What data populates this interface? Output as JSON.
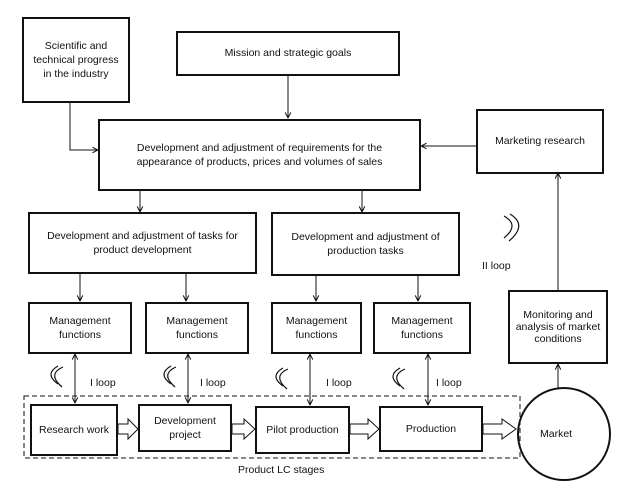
{
  "nodes": {
    "scientific_progress": "Scientific and technical progress in the industry",
    "mission_goals": "Mission and strategic goals",
    "requirements": "Development and adjustment of requirements for the appearance of products, prices and volumes of sales",
    "marketing_research": "Marketing research",
    "tasks_product_dev": "Development and adjustment of tasks for product development",
    "production_tasks": "Development and adjustment of production tasks",
    "mgmt_functions_1": "Management functions",
    "mgmt_functions_2": "Management functions",
    "mgmt_functions_3": "Management functions",
    "mgmt_functions_4": "Management functions",
    "monitoring": "Monitoring and analysis of market conditions",
    "research_work": "Research work",
    "development_project": "Development project",
    "pilot_production": "Pilot production",
    "production": "Production",
    "market": "Market"
  },
  "labels": {
    "loop_1": "I loop",
    "loop_2": "II loop",
    "lc_stages": "Product LC stages"
  }
}
